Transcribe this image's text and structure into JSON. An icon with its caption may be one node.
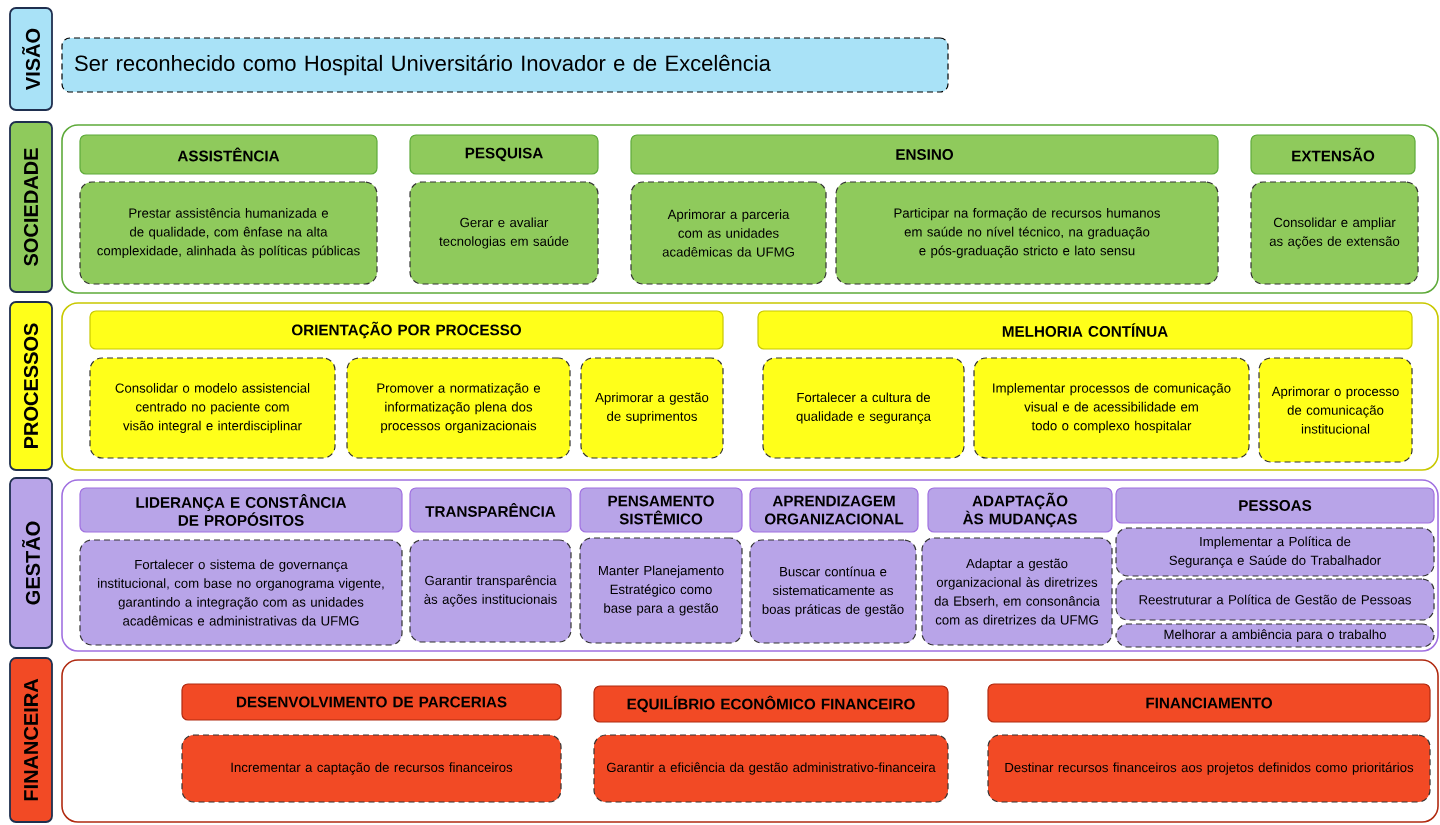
{
  "diagram": {
    "nodes": [
      {
        "text": [
          "VISÃO"
        ]
      },
      {
        "text": [
          "Ser reconhecido como Hospital Universitário Inovador e de Excelência"
        ]
      },
      {
        "text": [
          "SOCIEDADE"
        ]
      },
      {
        "text": [],
        "shape": "box"
      },
      {
        "text": [
          "ASSISTÊNCIA"
        ],
        "in": 3
      },
      {
        "text": [
          "Prestar assistência humanizada e de qualidade, com ênfase na alta complexidade, alinhada às políticas públicas"
        ],
        "in": 3
      },
      {
        "text": [
          "PESQUISA"
        ],
        "in": 3
      },
      {
        "text": [
          "Gerar e avaliar tecnologias em saúde"
        ],
        "in": 3
      },
      {
        "text": [
          "ENSINO"
        ],
        "in": 3
      },
      {
        "text": [
          "Aprimorar a parceria com as unidades acadêmicas da UFMG"
        ],
        "in": 3
      },
      {
        "text": [
          "Participar na formação de recursos humanos em saúde no nível técnico, na graduação e pós-graduação stricto e lato sensu"
        ],
        "in": 3
      },
      {
        "text": [
          "EXTENSÃO"
        ],
        "in": 3
      },
      {
        "text": [
          "Consolidar e ampliar as ações de extensão"
        ],
        "in": 3
      },
      {
        "text": [
          "PROCESSOS"
        ]
      },
      {
        "text": [],
        "shape": "box"
      },
      {
        "text": [
          "ORIENTAÇÃO POR PROCESSO"
        ],
        "in": 14
      },
      {
        "text": [
          "Consolidar o modelo assistencial centrado no paciente com visão integral e interdisciplinar"
        ],
        "in": 14
      },
      {
        "text": [
          "Promover a normatização e informatização plena dos processos organizacionais"
        ],
        "in": 14
      },
      {
        "text": [
          "Aprimorar a gestão de suprimentos"
        ],
        "in": 14
      },
      {
        "text": [
          "MELHORIA CONTÍNUA"
        ],
        "in": 14
      },
      {
        "text": [
          "Fortalecer a cultura de qualidade e segurança"
        ],
        "in": 14
      },
      {
        "text": [
          "Implementar processos de comunicação visual e de acessibilidade em todo o complexo hospitalar"
        ],
        "in": 14
      },
      {
        "text": [
          "Aprimorar o processo de comunicação institucional"
        ],
        "in": 14
      },
      {
        "text": [
          "GESTÃO"
        ]
      },
      {
        "text": [],
        "shape": "box"
      },
      {
        "text": [
          "LIDERANÇA E CONSTÂNCIA DE PROPÓSITOS"
        ],
        "in": 24
      },
      {
        "text": [
          "Fortalecer o sistema de governança institucional, com base no organograma vigente, garantindo a integração com as unidades acadêmicas e administrativas da UFMG"
        ],
        "in": 24
      },
      {
        "text": [
          "TRANSPARÊNCIA"
        ],
        "in": 24
      },
      {
        "text": [
          "Garantir transparência às ações institucionais"
        ],
        "in": 24
      },
      {
        "text": [
          "PENSAMENTO SISTÊMICO"
        ],
        "in": 24
      },
      {
        "text": [
          "Manter Planejamento Estratégico como base para a gestão"
        ],
        "in": 24
      },
      {
        "text": [
          "APRENDIZAGEM ORGANIZACIONAL"
        ],
        "in": 24
      },
      {
        "text": [
          "Buscar contínua e sistematicamente as boas práticas de gestão"
        ],
        "in": 24
      },
      {
        "text": [
          "ADAPTAÇÃO ÀS MUDANÇAS"
        ],
        "in": 24
      },
      {
        "text": [
          "Adaptar a gestão organizacional às diretrizes da Ebserh, em consonância com as diretrizes da UFMG"
        ],
        "in": 24
      },
      {
        "text": [
          "PESSOAS"
        ],
        "in": 24
      },
      {
        "text": [
          "Implementar a Política de Segurança e Saúde do Trabalhador"
        ],
        "in": 24
      },
      {
        "text": [
          "Reestruturar a Política de Gestão de Pessoas"
        ],
        "in": 24
      },
      {
        "text": [
          "Melhorar a ambiência para o trabalho"
        ],
        "in": 24
      },
      {
        "text": [
          "FINANCEIRA"
        ]
      },
      {
        "text": [],
        "shape": "box"
      },
      {
        "text": [
          "DESENVOLVIMENTO DE PARCERIAS"
        ],
        "in": 40
      },
      {
        "text": [
          "Incrementar a captação de recursos financeiros"
        ],
        "in": 40
      },
      {
        "text": [
          "EQUILÍBRIO ECONÔMICO FINANCEIRO"
        ],
        "in": 40
      },
      {
        "text": [
          "Garantir a eficiência da gestão administrativo-financeira"
        ],
        "in": 40
      },
      {
        "text": [
          "FINANCIAMENTO"
        ],
        "in": 40
      },
      {
        "text": [
          "Destinar recursos financeiros aos projetos definidos como prioritários"
        ],
        "in": 40
      }
    ]
  }
}
